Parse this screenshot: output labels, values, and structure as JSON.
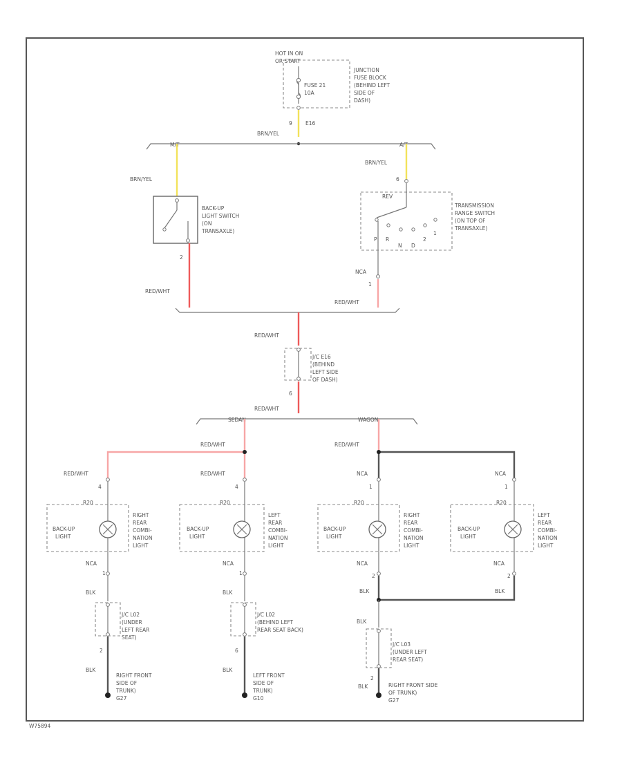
{
  "colors": {
    "yellow_wire": "#f2e25a",
    "red_wire": "#ee5a5a",
    "pink_wire": "#f7a6a6",
    "black_wire": "#555555",
    "frame": "#555555"
  },
  "power": {
    "source": [
      "HOT IN ON",
      "OR START"
    ],
    "fuse": [
      "FUSE 21",
      "10A"
    ],
    "junction_block": [
      "JUNCTION",
      "FUSE BLOCK",
      "(BEHIND LEFT",
      "SIDE OF",
      "DASH)"
    ],
    "pin": "9",
    "connector": "E16",
    "wire": "BRN/YEL"
  },
  "branch": {
    "mt": "M/T",
    "at": "A/T"
  },
  "backup_switch": {
    "wire_in": "BRN/YEL",
    "label": [
      "BACK-UP",
      "LIGHT SWITCH",
      "(ON",
      "TRANSAXLE)"
    ],
    "pin_out": "2",
    "wire_out": "RED/WHT"
  },
  "range_switch": {
    "wire_in": "BRN/YEL",
    "pin_in": "6",
    "position": "REV",
    "label": [
      "TRANSMISSION",
      "RANGE SWITCH",
      "(ON TOP OF",
      "TRANSAXLE)"
    ],
    "gears": [
      "P",
      "R",
      "N",
      "D",
      "2",
      "1"
    ],
    "wire_mid": "NCA",
    "pin_out": "1",
    "wire_out": "RED/WHT"
  },
  "jc": {
    "wire_in": "RED/WHT",
    "label": [
      "J/C E16",
      "(BEHIND",
      "LEFT SIDE",
      "OF DASH)"
    ],
    "pin": "6",
    "wire_out": "RED/WHT"
  },
  "body_branch": {
    "sedan": "SEDAN",
    "wagon": "WAGON"
  },
  "lamps": [
    {
      "wire_in": "RED/WHT",
      "pin_in": "4",
      "conn": "R20",
      "name": [
        "BACK-UP",
        "LIGHT"
      ],
      "desc": [
        "RIGHT",
        "REAR",
        "COMBI-",
        "NATION",
        "LIGHT"
      ],
      "wire_out": "NCA",
      "pin_out": "1"
    },
    {
      "wire_in": "RED/WHT",
      "pin_in": "4",
      "conn": "R20",
      "name": [
        "BACK-UP",
        "LIGHT"
      ],
      "desc": [
        "LEFT",
        "REAR",
        "COMBI-",
        "NATION",
        "LIGHT"
      ],
      "wire_out": "NCA",
      "pin_out": "1"
    },
    {
      "wire_in": "NCA",
      "pin_in": "1",
      "conn": "R20",
      "name": [
        "BACK-UP",
        "LIGHT"
      ],
      "desc": [
        "RIGHT",
        "REAR",
        "COMBI-",
        "NATION",
        "LIGHT"
      ],
      "wire_out": "NCA",
      "pin_out": "2"
    },
    {
      "wire_in": "NCA",
      "pin_in": "1",
      "conn": "R20",
      "name": [
        "BACK-UP",
        "LIGHT"
      ],
      "desc": [
        "LEFT",
        "REAR",
        "COMBI-",
        "NATION",
        "LIGHT"
      ],
      "wire_out": "NCA",
      "pin_out": "2"
    }
  ],
  "wagon_top_wire": "RED/WHT",
  "wagon_bus_wire": "BLK",
  "grounds": [
    {
      "wire": "BLK",
      "jc": [
        "J/C L02",
        "(UNDER",
        "LEFT REAR",
        "SEAT)"
      ],
      "pin": "2",
      "wire_out": "BLK",
      "ground": [
        "RIGHT FRONT",
        "SIDE OF",
        "TRUNK)",
        "G27"
      ]
    },
    {
      "wire": "BLK",
      "jc": [
        "J/C L02",
        "(BEHIND LEFT",
        "REAR SEAT BACK)"
      ],
      "pin": "6",
      "wire_out": "BLK",
      "ground": [
        "LEFT FRONT",
        "SIDE OF",
        "TRUNK)",
        "G10"
      ]
    },
    {
      "wire": "BLK",
      "jc": [
        "J/C L03",
        "(UNDER LEFT",
        "REAR SEAT)"
      ],
      "pin": "2",
      "wire_out": "BLK",
      "ground": [
        "RIGHT FRONT SIDE",
        "OF TRUNK)",
        "G27"
      ]
    }
  ],
  "figure_code": "W75894"
}
